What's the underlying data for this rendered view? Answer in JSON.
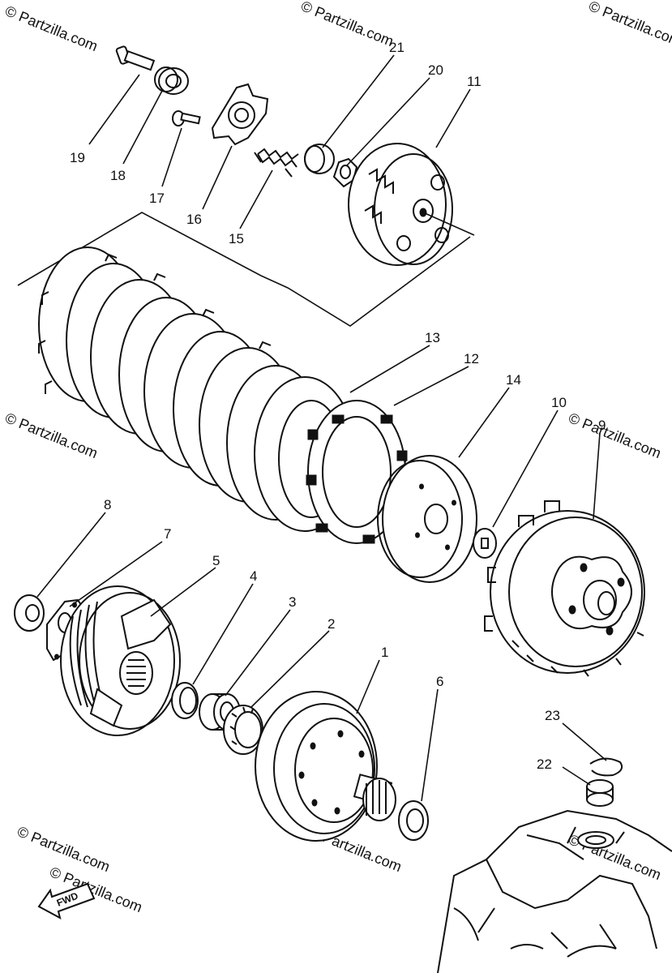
{
  "watermarks": [
    "© Partzilla.com",
    "© Partzilla.com",
    "© Partzilla.com",
    "© Partzilla.com",
    "© Partzilla.com",
    "© Partzilla.com",
    "© Partzilla.com",
    "© Partzilla.com",
    "© Partzilla.com"
  ],
  "center_watermark": "© Partzilla.com",
  "fwd_label": "FWD",
  "callouts": {
    "c1": "1",
    "c2": "2",
    "c3": "3",
    "c4": "4",
    "c5": "5",
    "c6": "6",
    "c7": "7",
    "c8": "8",
    "c9": "9",
    "c10": "10",
    "c11": "11",
    "c12": "12",
    "c13": "13",
    "c14": "14",
    "c15": "15",
    "c16": "16",
    "c17": "17",
    "c18": "18",
    "c19": "19",
    "c20": "20",
    "c21": "21",
    "c22": "22",
    "c23": "23"
  }
}
